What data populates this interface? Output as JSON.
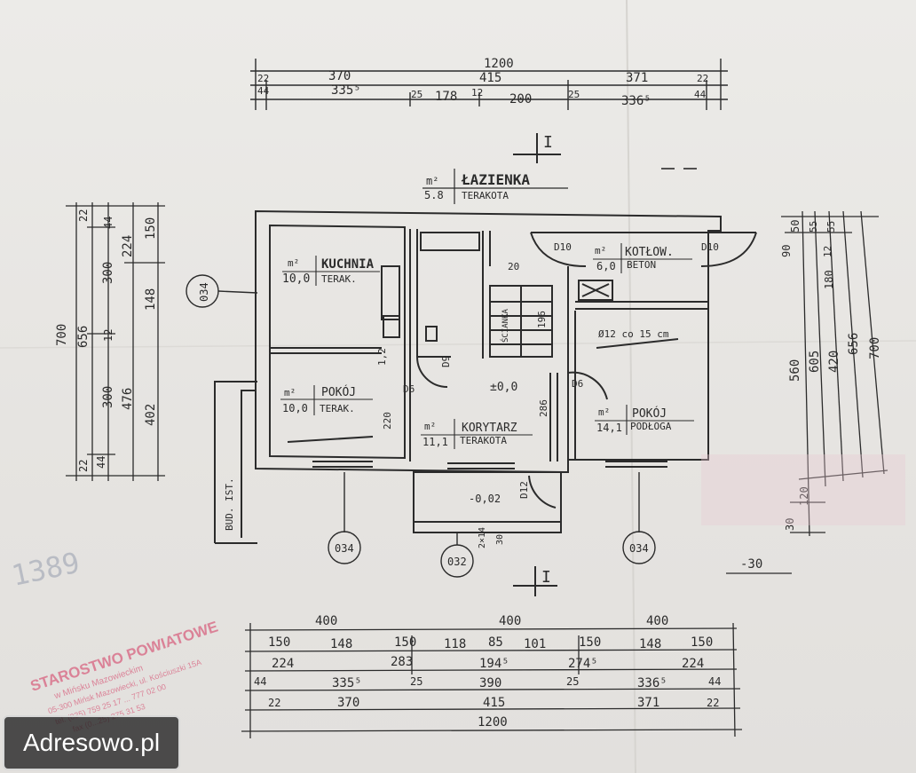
{
  "rooms": {
    "lazienka": {
      "area": "5.8",
      "name": "ŁAZIENKA",
      "floor": "TERAKOTA",
      "unit": "m²"
    },
    "kuchnia": {
      "area": "10,0",
      "name": "KUCHNIA",
      "floor": "TERAK.",
      "unit": "m²"
    },
    "pokoj_left": {
      "area": "10,0",
      "name": "POKÓJ",
      "floor": "TERAK.",
      "unit": "m²"
    },
    "korytarz": {
      "area": "11,1",
      "name": "KORYTARZ",
      "floor": "TERAKOTA",
      "unit": "m²"
    },
    "kotlownia": {
      "area": "6,0",
      "name": "KOTŁOW.",
      "floor": "BETON",
      "unit": "m²"
    },
    "pokoj_right": {
      "area": "14,1",
      "name": "POKÓJ",
      "floor": "PODŁOGA",
      "unit": "m²"
    }
  },
  "level_marks": {
    "floor": "±0,0",
    "entry": "-0,02",
    "right": "-30"
  },
  "door_marks": {
    "d10_left": "D10",
    "d10_right": "D10",
    "d9": "D9",
    "d6": "D6",
    "d6b": "D6",
    "d12": "D12"
  },
  "section_marks": {
    "top": "I",
    "bottom": "I"
  },
  "notes": {
    "stairs": "ŚCIANKA",
    "beam": "Ø12 co 15 cm",
    "bud": "BUD. IST.",
    "r1": "1,2",
    "r2": "196",
    "r3": "286",
    "r4": "220",
    "r5": "20",
    "step1": "2×14",
    "step2": "30"
  },
  "circle_labels": {
    "left_top": "034",
    "bottom_left": "034",
    "bottom_mid": "032",
    "bottom_right": "034"
  },
  "dims_top": {
    "total": "1200",
    "row2": [
      "22",
      "370",
      "415",
      "371",
      "22"
    ],
    "row3": [
      "44",
      "335⁵",
      "25",
      "178",
      "12",
      "200",
      "25",
      "336⁵",
      "44"
    ]
  },
  "dims_bottom": {
    "row1": [
      "400",
      "400",
      "400"
    ],
    "row2": [
      "150",
      "148",
      "150",
      "118",
      "85",
      "101",
      "150",
      "148",
      "150"
    ],
    "row3": [
      "224",
      "283",
      "194⁵",
      "274⁵",
      "224"
    ],
    "row4": [
      "44",
      "335⁵",
      "25",
      "390",
      "25",
      "336⁵",
      "44"
    ],
    "row5": [
      "22",
      "370",
      "415",
      "371",
      "22"
    ],
    "total": "1200"
  },
  "dims_left": {
    "total": "700",
    "col2": "656",
    "col3": [
      "22",
      "300",
      "12",
      "300",
      "44"
    ],
    "col4": [
      "44",
      "224",
      "476"
    ],
    "col5": [
      "150",
      "148",
      "402"
    ],
    "bottom": "22"
  },
  "dims_right": {
    "col1": [
      "90",
      "560"
    ],
    "col2": [
      "50",
      "605"
    ],
    "col3": [
      "55",
      "12",
      "180",
      "420"
    ],
    "col4": [
      "55",
      "656"
    ],
    "col5": [
      "700"
    ],
    "bottom": [
      "30",
      "120"
    ]
  },
  "handwritten_number": "1389",
  "stamp": {
    "title": "STAROSTWO POWIATOWE",
    "line1": "w Mińsku Mazowieckim",
    "line2": "05-300 Mińsk Mazowiecki, ul. Kościuszki 15A",
    "line3": "tel. (025) 759 25 17 ... 777 02 00",
    "line4": "fax (0...25) 275 31 53"
  },
  "watermark": "Adresowo.pl",
  "colors": {
    "ink": "#2b2b2b",
    "paper": "#e9e7e4",
    "stamp": "#d96b86"
  }
}
